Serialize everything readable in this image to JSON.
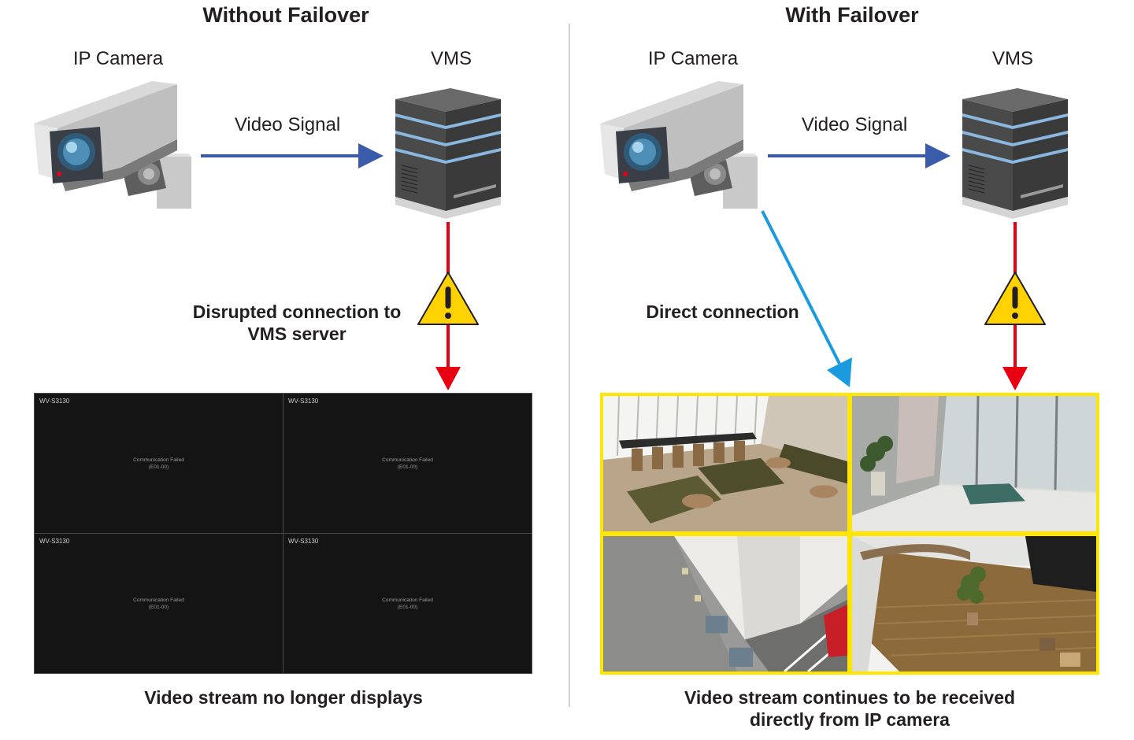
{
  "left_panel": {
    "title": "Without Failover",
    "camera_label": "IP Camera",
    "vms_label": "VMS",
    "signal_label": "Video Signal",
    "disruption_label": "Disrupted connection to VMS server",
    "caption": "Video stream no longer displays",
    "monitor_cells": [
      {
        "camera_id": "WV-S3130",
        "status": "Communication Failed",
        "code": "(E01-00)"
      },
      {
        "camera_id": "WV-S3130",
        "status": "Communication Failed",
        "code": "(E01-00)"
      },
      {
        "camera_id": "WV-S3130",
        "status": "Communication Failed",
        "code": "(E01-00)"
      },
      {
        "camera_id": "WV-S3130",
        "status": "Communication Failed",
        "code": "(E01-00)"
      }
    ]
  },
  "right_panel": {
    "title": "With Failover",
    "camera_label": "IP Camera",
    "vms_label": "VMS",
    "signal_label": "Video Signal",
    "direct_label": "Direct connection",
    "caption": "Video stream continues to be received directly from IP camera"
  },
  "colors": {
    "signal_arrow": "#3a5ba9",
    "failure_arrow": "#e60012",
    "direct_arrow": "#1a9be0",
    "warning_fill": "#ffd200",
    "monitor_border": "#ffe600"
  },
  "icons": {
    "camera": "security-camera-icon",
    "server": "server-tower-icon",
    "warning": "warning-triangle-icon"
  }
}
